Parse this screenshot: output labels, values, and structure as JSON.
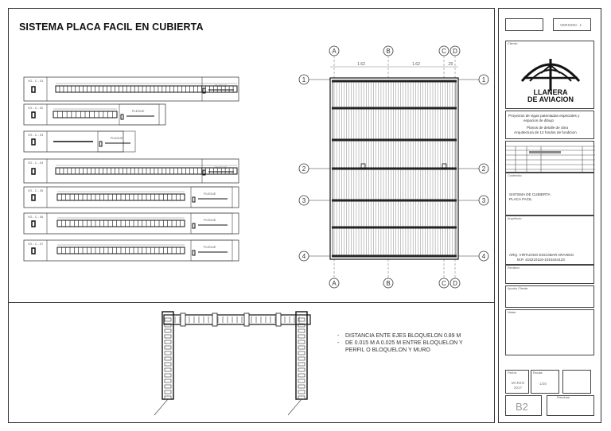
{
  "drawing": {
    "title": "SISTEMA PLACA FACIL EN CUBIERTA",
    "grid_columns": [
      "A",
      "B",
      "C",
      "D"
    ],
    "grid_rows": [
      "1",
      "2",
      "3",
      "4"
    ],
    "dim_1": "1.62",
    "dim_2": "1.62",
    "dim_3": ".20",
    "note_lines": [
      "DISTANCIA ENTE EJES BLOQUELON 0.89 M",
      "DE 0.015 M A 0.025 M ENTRE BLOQUELON Y",
      "PERFIL O BLOQUELON Y MURO"
    ],
    "beams": [
      {
        "label": "VG - C - 01",
        "detail": "PLEGUE"
      },
      {
        "label": "VG - C - 02",
        "detail": "PLEGUE"
      },
      {
        "label": "VG - C - 03",
        "detail": "PLEGUE"
      },
      {
        "label": "VG - C - 04",
        "detail": "PLEGUE"
      },
      {
        "label": "VG - C - 05",
        "detail": "PLEGUE"
      },
      {
        "label": "VG - C - 06",
        "detail": "PLEGUE"
      },
      {
        "label": "VG - C - 07",
        "detail": "PLEGUE"
      }
    ]
  },
  "title_block": {
    "version_label": "VERSION : 1",
    "logo_line1": "LLANERA",
    "logo_line2": "DE AVIACION",
    "section_owner": "Cliente:",
    "project_lines": [
      "Proyectos de vigas patentadas especiales y",
      "espacios de dibujo",
      "Planos de detalle de obra",
      "Arquitectura de 12 fondos de fundicion"
    ],
    "section_contents": "Contenido:",
    "contents_lines": [
      "SISTEMA DE CUBIERTA",
      "PLACA FACIL"
    ],
    "section_architect": "Arquitecto:",
    "architect_lines": [
      "ARQ. VIRTUOSO ESCOBAR ARANGO",
      "M.P. 415210116-1015444123"
    ],
    "section_review": "Revision:",
    "section_approval": "Aprobo Cliente:",
    "section_notes": "Notas:",
    "date_label": "Fecha:",
    "date_value": "MARZO 2017",
    "scale_label": "Escala:",
    "scale_value": "1/25",
    "sheet_code": "B2",
    "sheet_label": "Planchas:"
  }
}
